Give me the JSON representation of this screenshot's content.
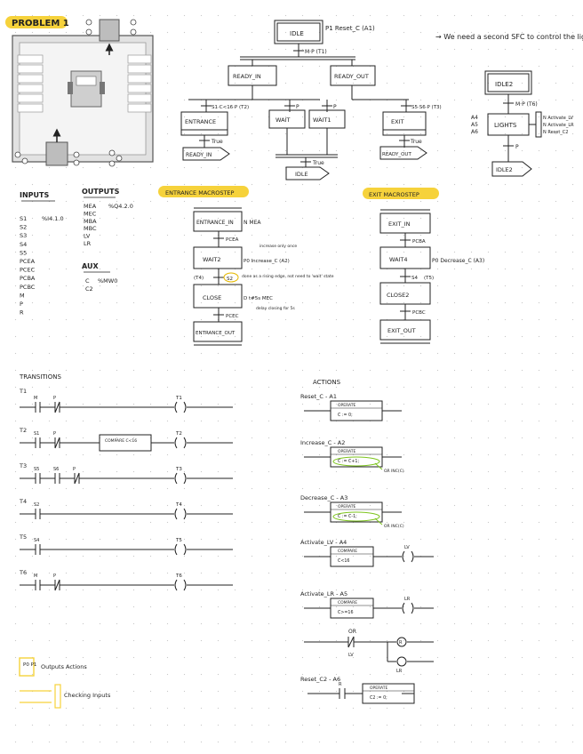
{
  "problem_title": "PROBLEM 1",
  "sfc1": {
    "idle": "IDLE",
    "idle_action": "P1 Reset_C (A1)",
    "m_t1": "M·P (T1)",
    "ready_in": "READY_IN",
    "ready_out": "READY_OUT",
    "t2_label": "S1·C<16·P (T2)",
    "p_a": "P",
    "p_b": "P",
    "t3_label": "S5·S6·P (T3)",
    "entrance": "ENTRANCE",
    "wait": "WAIT",
    "wait1": "WAIT1",
    "exit": "EXIT",
    "true_a": "True",
    "true_b": "True",
    "true_c": "True",
    "jump_ready_in": "READY_IN",
    "jump_ready_out": "READY_OUT",
    "jump_idle": "IDLE"
  },
  "note_second_sfc": "→ We need a second SFC to control the lights.",
  "sfc2": {
    "idle2": "IDLE2",
    "m_t6": "M·P (T6)",
    "lights": "LIGHTS",
    "a4": "A4",
    "a5": "A5",
    "a6": "A6",
    "act_lv": "N Activate_LV",
    "act_lr": "N Activate_LR",
    "act_reset": "N Reset_C2",
    "p": "P",
    "jump_idle2": "IDLE2"
  },
  "inputs": {
    "title": "INPUTS",
    "items": [
      "S1",
      "S2",
      "S3",
      "S4",
      "S5",
      "PCEA",
      "PCEC",
      "PCBA",
      "PCBC",
      "M",
      "P",
      "R"
    ],
    "addr": "%I4.1.0"
  },
  "outputs": {
    "title": "OUTPUTS",
    "items": [
      "MEA",
      "MEC",
      "MBA",
      "MBC",
      "LV",
      "LR"
    ],
    "addr": "%Q4.2.0"
  },
  "aux": {
    "title": "AUX",
    "items": [
      "C",
      "C2"
    ],
    "addr": "%MW0"
  },
  "entrance_macro": {
    "title": "ENTRANCE MACROSTEP",
    "entrance_in": "ENTRANCE_IN",
    "entrance_in_action": "N MEA",
    "pcea": "PCEA",
    "wait2": "WAIT2",
    "wait2_action": "P0 Increase_C (A2)",
    "wait2_note": "increase only once",
    "t4": "(T4)",
    "s2": "S2",
    "t4_note": "done as a rising edge, not need to 'wait' state",
    "close": "CLOSE",
    "close_action": "D t#5s MEC",
    "close_note": "delay closing for 5s",
    "pcec": "PCEC",
    "entrance_out": "ENTRANCE_OUT"
  },
  "exit_macro": {
    "title": "EXIT MACROSTEP",
    "exit_in": "EXIT_IN",
    "pcba": "PCBA",
    "wait4": "WAIT4",
    "wait4_action": "P0 Decrease_C (A3)",
    "s4": "S4",
    "t5": "(T5)",
    "close2": "CLOSE2",
    "pcbc": "PCBC",
    "exit_out": "EXIT_OUT"
  },
  "transitions": {
    "title": "TRANSITIONS",
    "rungs": [
      {
        "name": "T1",
        "contacts": [
          "M",
          "P"
        ],
        "compare": ""
      },
      {
        "name": "T2",
        "contacts": [
          "S1",
          "P"
        ],
        "compare": "COMPARE C<16"
      },
      {
        "name": "T3",
        "contacts": [
          "S5",
          "S6",
          "P"
        ],
        "compare": ""
      },
      {
        "name": "T4",
        "contacts": [
          "S2"
        ],
        "compare": ""
      },
      {
        "name": "T5",
        "contacts": [
          "S4"
        ],
        "compare": ""
      },
      {
        "name": "T6",
        "contacts": [
          "M",
          "P"
        ],
        "compare": ""
      }
    ]
  },
  "actions": {
    "title": "ACTIONS",
    "items": [
      {
        "label": "Reset_C - A1",
        "block_title": "OPERATE",
        "block_body": "C := 0;"
      },
      {
        "label": "Increase_C - A2",
        "block_title": "OPERATE",
        "block_body": "C := C+1;",
        "note": "OR INC(C)"
      },
      {
        "label": "Decrease_C - A3",
        "block_title": "OPERATE",
        "block_body": "C := C-1;",
        "note": "OR INC(C)"
      },
      {
        "label": "Activate_LV - A4",
        "block_title": "COMPARE",
        "block_body": "C<16",
        "coil": "LV"
      },
      {
        "label": "Activate_LR - A5",
        "block_title": "COMPARE",
        "block_body": "C>=16",
        "coil": "LR"
      },
      {
        "label": "Reset_C2 - A6",
        "block_title": "OPERATE",
        "block_body": "C2 := 0;",
        "contact": "R"
      }
    ],
    "or_label": "OR",
    "lv": "LV",
    "r_coil": "R",
    "lr_coil": "LR"
  },
  "legend": {
    "p_labels": "P0 P1",
    "outputs_actions": "Outputs Actions",
    "checking_inputs": "Checking Inputs"
  },
  "colors": {
    "yellow": "#f6d23b",
    "cyan": "#29b6e8",
    "green": "#7dc41e",
    "ink": "#222222"
  }
}
